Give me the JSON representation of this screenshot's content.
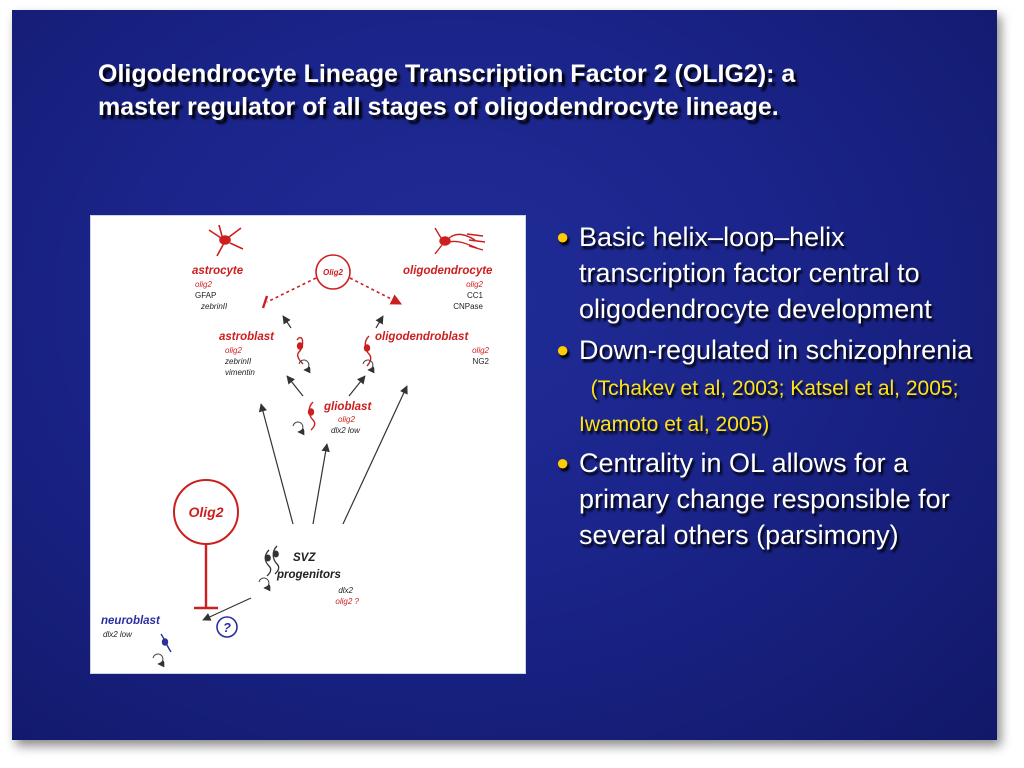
{
  "title": "Oligodendrocyte Lineage Transcription Factor 2 (OLIG2): a master regulator of all stages of oligodendrocyte lineage.",
  "diagram": {
    "olig2_circle_small": "Olig2",
    "olig2_circle_large": "Olig2",
    "question_mark": "?",
    "astrocyte": {
      "name": "astrocyte",
      "olig2": "olig2",
      "markers": [
        "GFAP",
        "zebrinII"
      ]
    },
    "oligodendrocyte": {
      "name": "oligodendrocyte",
      "olig2": "olig2",
      "markers": [
        "CC1",
        "CNPase"
      ]
    },
    "astroblast": {
      "name": "astroblast",
      "olig2": "olig2",
      "markers": [
        "zebrinII",
        "vimentin"
      ]
    },
    "oligodendroblast": {
      "name": "oligodendroblast",
      "olig2": "olig2",
      "markers": [
        "NG2"
      ]
    },
    "glioblast": {
      "name": "glioblast",
      "olig2": "olig2",
      "markers": [
        "dlx2 low"
      ]
    },
    "svz": {
      "name_line1": "SVZ",
      "name_line2": "progenitors",
      "markers": [
        "dlx2"
      ],
      "olig2": "olig2 ?"
    },
    "neuroblast": {
      "name": "neuroblast",
      "markers": [
        "dlx2 low"
      ]
    }
  },
  "bullets": [
    {
      "text": "Basic helix–loop–helix transcription factor central to oligodendrocyte development",
      "citation": ""
    },
    {
      "text": "Down-regulated in schizophrenia",
      "citation": "(Tchakev et al, 2003; Katsel et al, 2005; Iwamoto et al, 2005)"
    },
    {
      "text": "Centrality in OL allows for a primary change responsible for several others (parsimony)",
      "citation": ""
    }
  ],
  "colors": {
    "background": "#1a2489",
    "accent_red": "#cc1f1f",
    "accent_blue": "#2a2fa0",
    "bullet": "#ffcc00",
    "citation": "#ffe21a"
  }
}
